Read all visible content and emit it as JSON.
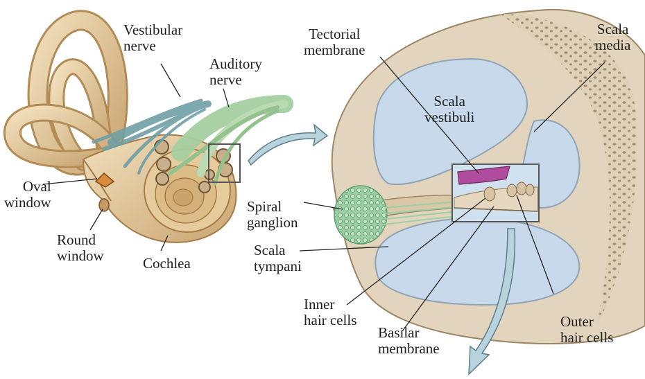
{
  "labels": {
    "vestibular_nerve": "Vestibular\nnerve",
    "auditory_nerve": "Auditory\nnerve",
    "oval_window": "Oval\nwindow",
    "round_window": "Round\nwindow",
    "cochlea": "Cochlea",
    "tectorial_membrane": "Tectorial\nmembrane",
    "scala_vestibuli": "Scala\nvestibuli",
    "scala_media": "Scala\nmedia",
    "spiral_ganglion": "Spiral\nganglion",
    "scala_tympani": "Scala\ntympani",
    "inner_hair_cells": "Inner\nhair cells",
    "basilar_membrane": "Basilar\nmembrane",
    "outer_hair_cells": "Outer\nhair cells"
  },
  "colors": {
    "bone": "#e3d5bd",
    "bone_shadow": "#b9a486",
    "bone_stipple": "#8a7356",
    "fluid_space": "#c7d9ea",
    "canal": "#e8d2a8",
    "canal_shadow": "#b28b55",
    "vestibular_nerve": "#6f9fa6",
    "auditory_nerve": "#a5cda0",
    "ganglion": "#8fc39a",
    "tectorial": "#b04c9e",
    "arrow_fill": "#b8d3dc",
    "arrow_stroke": "#5a7d8a",
    "leader_line": "#222222",
    "label_text": "#1f1f1f"
  }
}
